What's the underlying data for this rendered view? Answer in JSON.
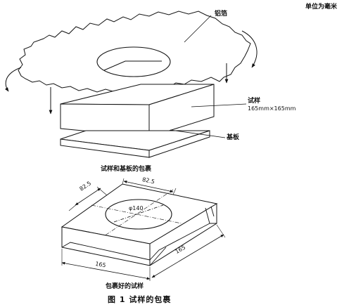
{
  "unit_note": "单位为毫米",
  "top_view": {
    "foil_label": "铝箔",
    "specimen_label": "试样",
    "specimen_size": "165mm×165mm",
    "substrate_label": "基板",
    "caption": "试样和基板的包裹"
  },
  "bottom_view": {
    "dim_left": "82.5",
    "dim_top": "82.5",
    "hole_diameter": "φ140",
    "dim_front": "165",
    "dim_side": "165",
    "caption": "包裹好的试样"
  },
  "figure_caption": "图 1   试样的包裹"
}
